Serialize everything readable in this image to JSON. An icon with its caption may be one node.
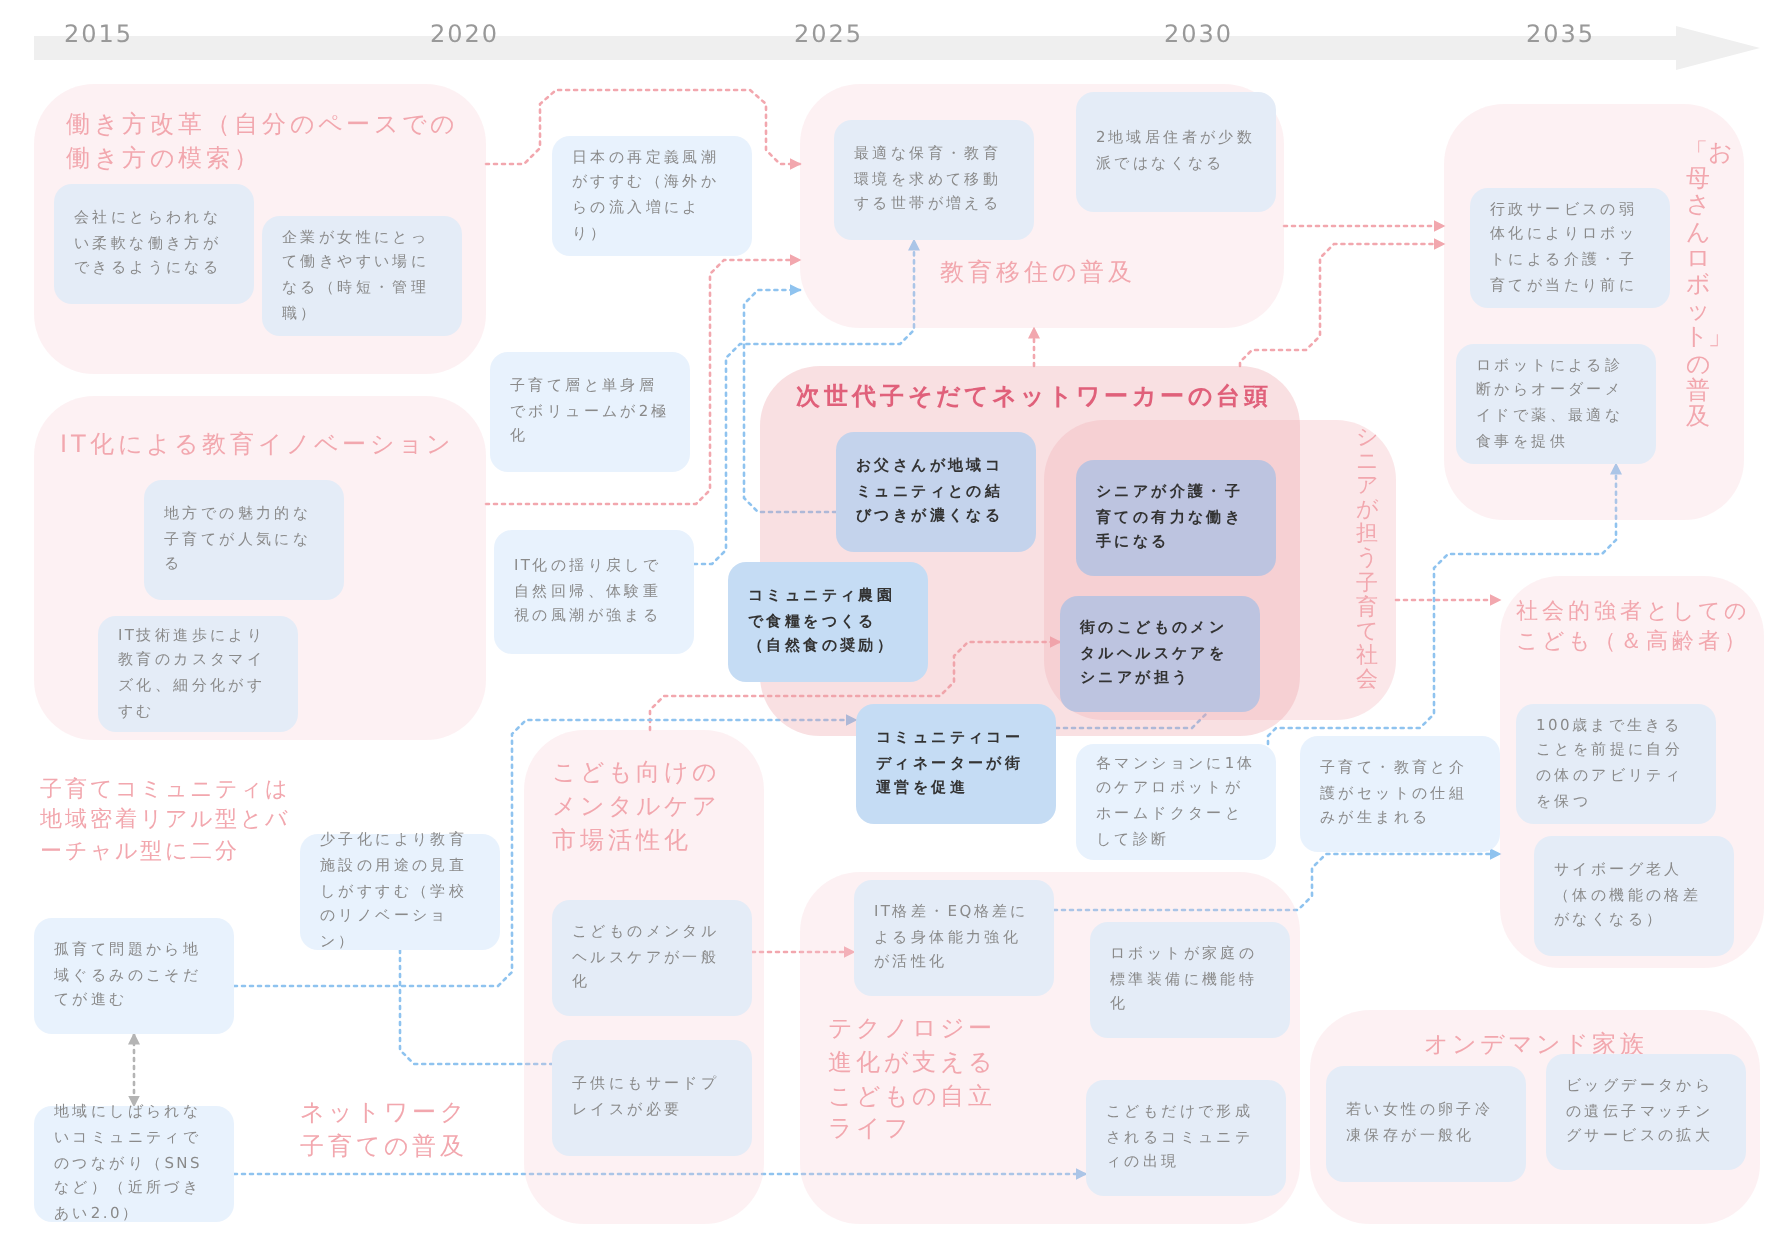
{
  "diagram": {
    "nodes": [
      {
        "text": [
          "働き方改革（自分のペースでの働き方の模索）"
        ]
      },
      {
        "text": [
          "会社にとらわれない柔軟な働き方ができるようになる"
        ],
        "in": 0
      },
      {
        "text": [
          "企業が女性にとって働きやすい場になる（時短・管理職）"
        ],
        "in": 0
      },
      {
        "text": [
          "IT化による教育イノベーション"
        ]
      },
      {
        "text": [
          "地方での魅力的な子育てが人気になる"
        ],
        "in": 3
      },
      {
        "text": [
          "IT技術進歩により教育のカスタマイズ化、細分化がすすむ"
        ],
        "in": 3
      },
      {
        "text": [
          "IT化の揺り戻しで自然回帰、体験重視の風潮が強まる"
        ]
      },
      {
        "text": [
          "日本の再定義風潮がすすむ（海外からの流入増により）"
        ]
      },
      {
        "text": [
          "子育て層と単身層でボリュームが2極化"
        ]
      },
      {
        "text": [
          "教育移住の普及"
        ]
      },
      {
        "text": [
          "最適な保育・教育環境を求めて移動する世帯が増える"
        ],
        "in": 9
      },
      {
        "text": [
          "2地域居住者が少数派ではなくなる"
        ],
        "in": 9
      },
      {
        "text": [
          "次世代子そだてネットワーカーの台頭"
        ]
      },
      {
        "text": [
          "お父さんが地域コミュニティとの結びつきが濃くなる"
        ],
        "in": 12
      },
      {
        "text": [
          "コミュニティ農園で食糧をつくる（自然食の奨励）"
        ]
      },
      {
        "text": [
          "シニアが担う子育て社会"
        ]
      },
      {
        "text": [
          "シニアが介護・子育ての有力な働き手になる"
        ]
      },
      {
        "text": [
          "街のこどものメンタルヘルスケアをシニアが担う"
        ]
      },
      {
        "text": [
          "コミュニティコーディネーターが街運営を促進"
        ]
      },
      {
        "text": [
          "「お母さんロボット」の普及"
        ]
      },
      {
        "text": [
          "行政サービスの弱体化によりロボットによる介護・子育てが当たり前に"
        ],
        "in": 19
      },
      {
        "text": [
          "ロボットによる診断からオーダーメイドで薬、最適な食事を提供"
        ],
        "in": 19
      },
      {
        "text": [
          "子育て・教育と介護がセットの仕組みが生まれる"
        ]
      },
      {
        "text": [
          "各マンションに1体のケアロボットがホームドクターとして診断"
        ]
      },
      {
        "text": [
          "社会的強者としてのこども（＆高齢者）"
        ]
      },
      {
        "text": [
          "100歳まで生きることを前提に自分の体のアビリティを保つ"
        ],
        "in": 24
      },
      {
        "text": [
          "サイボーグ老人（体の機能の格差がなくなる）"
        ],
        "in": 24
      },
      {
        "text": [
          "こども向けのメンタルケア市場活性化"
        ]
      },
      {
        "text": [
          "こどものメンタルヘルスケアが一般化"
        ],
        "in": 27
      },
      {
        "text": [
          "子供にもサードプレイスが必要"
        ],
        "in": 27
      },
      {
        "text": [
          "テクノロジー進化が支えるこどもの自立ライフ"
        ]
      },
      {
        "text": [
          "IT格差・EQ格差による身体能力強化が活性化"
        ],
        "in": 30
      },
      {
        "text": [
          "ロボットが家庭の標準装備に機能特化"
        ],
        "in": 30
      },
      {
        "text": [
          "こどもだけで形成されるコミュニティの出現"
        ],
        "in": 30
      },
      {
        "text": [
          "孤育て問題から地域ぐるみのこそだてが進む"
        ]
      },
      {
        "text": [
          "少子化により教育施設の用途の見直しがすすむ（学校のリノベーション）"
        ]
      },
      {
        "text": [
          "地域にしばられないコミュニティでのつながり（SNSなど）（近所づきあい2.0）"
        ]
      },
      {
        "text": [
          "オンデマンド家族"
        ]
      },
      {
        "text": [
          "若い女性の卵子冷凍保存が一般化"
        ],
        "in": 37
      },
      {
        "text": [
          "ビッグデータからの遺伝子マッチングサービスの拡大"
        ],
        "in": 37
      }
    ],
    "edges": [
      {
        "from": 0,
        "to": 9,
        "arrow": "to",
        "color": "#f2a7ae"
      },
      {
        "from": 3,
        "to": 9,
        "arrow": "to",
        "color": "#f2a7ae"
      },
      {
        "from": 13,
        "to": 9,
        "arrow": "to",
        "color": "#8fc3ef"
      },
      {
        "from": 6,
        "to": 10,
        "arrow": "to",
        "color": "#8fc3ef"
      },
      {
        "from": 12,
        "to": 9,
        "arrow": "to",
        "color": "#f2a7ae"
      },
      {
        "from": 9,
        "to": 19,
        "arrow": "to",
        "color": "#f2a7ae"
      },
      {
        "from": 12,
        "to": 19,
        "arrow": "to",
        "color": "#f2a7ae"
      },
      {
        "from": 15,
        "to": 24,
        "arrow": "to",
        "color": "#f2a7ae"
      },
      {
        "from": 23,
        "to": 21,
        "arrow": "to",
        "color": "#8fc3ef"
      },
      {
        "from": 18,
        "to": 17,
        "arrow": "none",
        "color": "#8fc3ef"
      },
      {
        "from": 27,
        "to": 17,
        "arrow": "to",
        "color": "#f2a7ae"
      },
      {
        "from": 34,
        "to": 18,
        "arrow": "to",
        "color": "#8fc3ef"
      },
      {
        "from": 35,
        "to": 29,
        "arrow": "none",
        "color": "#8fc3ef"
      },
      {
        "from": 34,
        "to": 36,
        "arrow": "both",
        "color": "#b4b4b4"
      },
      {
        "from": 36,
        "to": 33,
        "arrow": "to",
        "color": "#8fc3ef"
      },
      {
        "from": 28,
        "to": 31,
        "arrow": "to",
        "color": "#f2a7ae"
      },
      {
        "from": 31,
        "to": 24,
        "arrow": "to",
        "color": "#8fc3ef"
      }
    ],
    "labels": [
      "2015",
      "2020",
      "2025",
      "2030",
      "2035",
      "子育てコミュニティは地域密着リアル型とバーチャル型に二分",
      "ネットワーク子育ての普及"
    ]
  }
}
